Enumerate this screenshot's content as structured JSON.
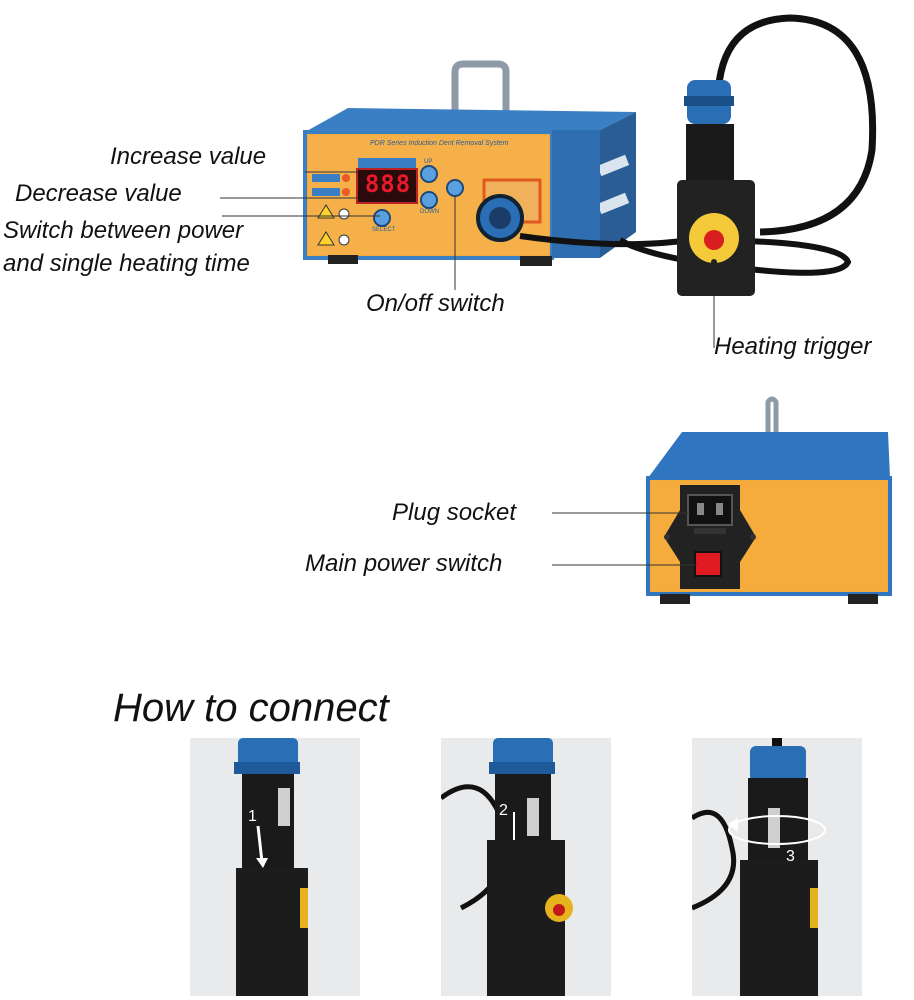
{
  "callouts": {
    "increase": "Increase value",
    "decrease": "Decrease value",
    "switch_line1": "Switch between power",
    "switch_line2": "and single heating time",
    "onoff": "On/off switch",
    "trigger": "Heating trigger",
    "plug": "Plug socket",
    "main_switch": "Main power switch"
  },
  "device_panel": {
    "system_title": "PDR Series Induction Dent Removal System",
    "display": "888",
    "up_label": "UP",
    "down_label": "DOWN",
    "select_label": "SELECT"
  },
  "connect": {
    "title": "How to connect",
    "steps": [
      "1",
      "2",
      "3"
    ]
  },
  "colors": {
    "case_blue": "#2a6fb6",
    "panel_orange": "#f2a93b",
    "display_red": "#e8192c",
    "trigger_red": "#d81e1e"
  }
}
